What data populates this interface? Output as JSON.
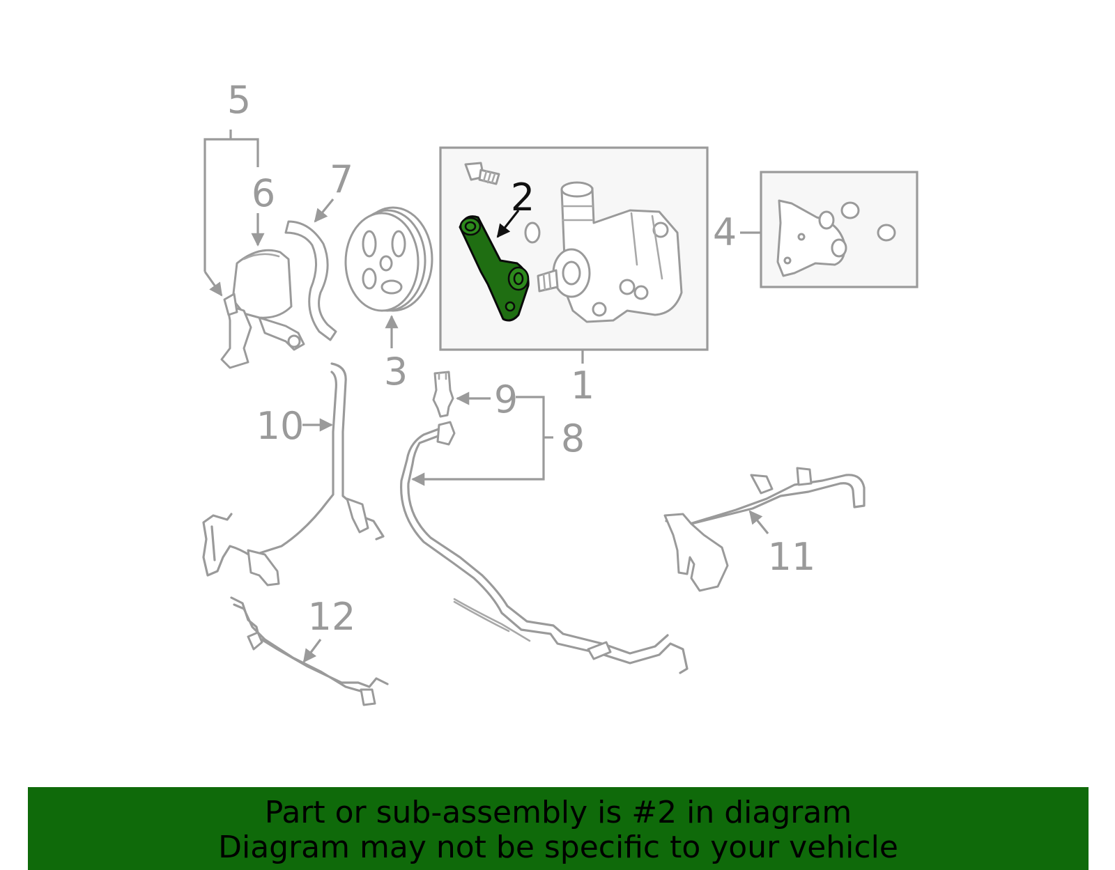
{
  "diagram": {
    "callouts": {
      "c1": "1",
      "c2": "2",
      "c3": "3",
      "c4": "4",
      "c5": "5",
      "c6": "6",
      "c7": "7",
      "c8": "8",
      "c9": "9",
      "c10": "10",
      "c11": "11",
      "c12": "12"
    },
    "highlighted_part": "2",
    "colors": {
      "highlight": "#1f6e12",
      "line": "#9a9a9a",
      "banner": "#0f6a0a"
    }
  },
  "banner": {
    "line1": "Part or sub-assembly is #2 in diagram",
    "line2": "Diagram may not be specific to your vehicle"
  }
}
